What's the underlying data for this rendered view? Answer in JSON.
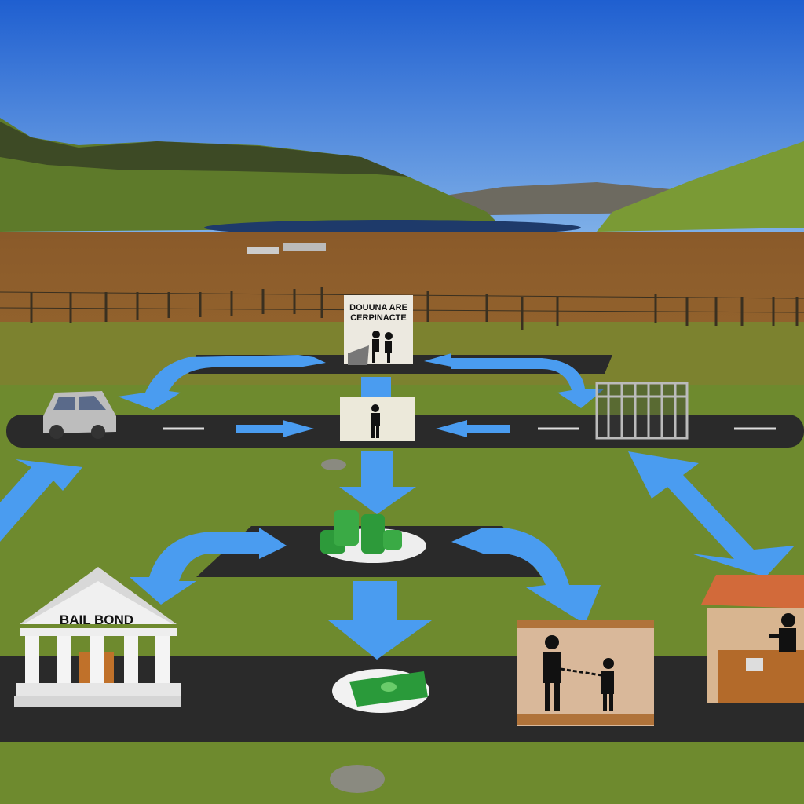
{
  "scene": {
    "colors": {
      "sky_top": "#1f5fd0",
      "sky_bottom": "#7fb0e8",
      "grass": "#6f8a2c",
      "road": "#2a2a2a",
      "arrow": "#4a9cf0"
    }
  },
  "labels": {
    "top_sign_line1": "DOUUNA ARE",
    "top_sign_line2": "CERPINACTE",
    "bail_bond": "BAIL BOND"
  }
}
